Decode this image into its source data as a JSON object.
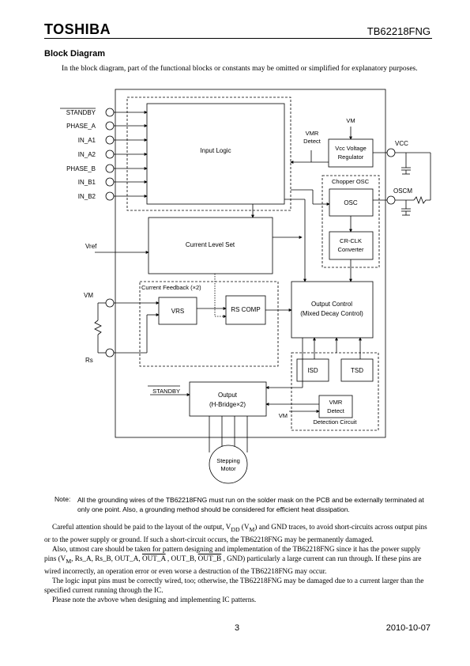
{
  "header": {
    "logo": "TOSHIBA",
    "part_number": "TB62218FNG"
  },
  "section_title": "Block Diagram",
  "intro": "In the block diagram, part of the functional blocks or constants may be omitted or simplified for explanatory purposes.",
  "diagram": {
    "pins_left": [
      "STANDBY",
      "PHASE_A",
      "IN_A1",
      "IN_A2",
      "PHASE_B",
      "IN_B1",
      "IN_B2"
    ],
    "vref": "Vref",
    "vm_left": "VM",
    "rs": "Rs",
    "blocks": {
      "input_logic": "Input Logic",
      "current_level_set": "Current Level Set",
      "current_feedback": "Current Feedback (×2)",
      "vrs": "VRS",
      "rs_comp": "RS COMP",
      "output_control_1": "Output Control",
      "output_control_2": "(Mixed Decay Control)",
      "vcc_reg_1": "Vcc Voltage",
      "vcc_reg_2": "Regulator",
      "chopper_osc": "Chopper OSC",
      "osc": "OSC",
      "crclk_1": "CR-CLK",
      "crclk_2": "Converter",
      "isd": "ISD",
      "tsd": "TSD",
      "output_1": "Output",
      "output_2": "(H-Bridge×2)",
      "vmr_detect_1": "VMR",
      "vmr_detect_2": "Detect",
      "detection_circuit": "Detection Circuit",
      "vmr_top_1": "VMR",
      "vmr_top_2": "Detect",
      "vm_top": "VM",
      "standby_bottom": "STANDBY",
      "vm_bottom": "VM",
      "stepping_motor_1": "Stepping",
      "stepping_motor_2": "Motor"
    },
    "pins_right": {
      "vcc": "VCC",
      "oscm": "OSCM"
    }
  },
  "note": {
    "label": "Note:",
    "text": "All the grounding wires of the TB62218FNG must run on the solder mask on the PCB and be externally terminated at only one point. Also, a grounding method should be considered for efficient heat dissipation."
  },
  "body": {
    "p1a": "Careful attention should be paid to the layout of the output, V",
    "p1b": "DD",
    "p1c": " (V",
    "p1d": "M",
    "p1e": ") and GND traces, to avoid short-circuits across output pins or to the power supply or ground. If such a short-circuit occurs, the TB62218FNG may be permanently damaged.",
    "p2a": "Also, utmost care should be taken for pattern designing and implementation of the TB62218FNG since it has the power supply pins (V",
    "p2b": "M",
    "p2c": ", Rs_A, Rs_B, OUT_A, ",
    "p2d": "OUT_A",
    "p2e": " , OUT_B, ",
    "p2f": "OUT_B",
    "p2g": " , GND) particularly a large current can run through. If these pins are wired incorrectly, an operation error or even worse a destruction of the TB62218FNG may occur.",
    "p3": "The logic input pins must be correctly wired, too; otherwise, the TB62218FNG may be damaged due to a current larger than the specified current running through the IC.",
    "p4": "Please note the avbove when designing and implementing IC patterns."
  },
  "footer": {
    "page": "3",
    "date": "2010-10-07"
  }
}
